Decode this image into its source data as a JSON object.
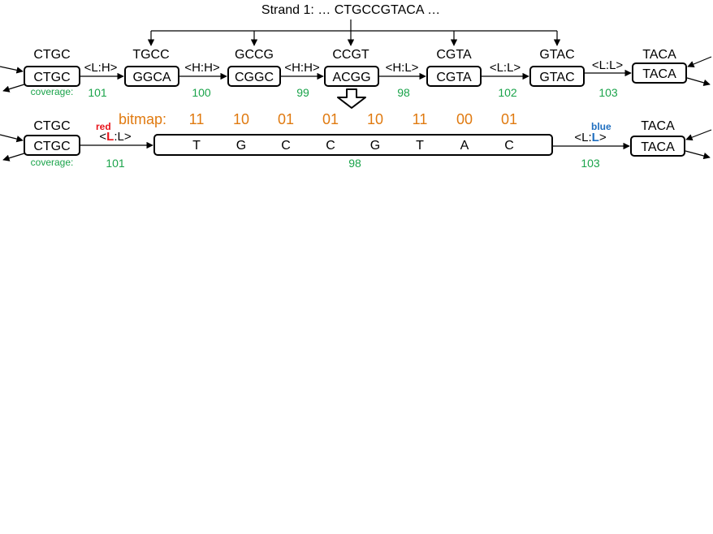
{
  "title": "Strand 1: … CTGCCGTACA …",
  "row1": {
    "nodes": [
      {
        "label": "CTGC",
        "box": "CTGC"
      },
      {
        "label": "TGCC",
        "box": "GGCA"
      },
      {
        "label": "GCCG",
        "box": "CGGC"
      },
      {
        "label": "CCGT",
        "box": "ACGG"
      },
      {
        "label": "CGTA",
        "box": "CGTA"
      },
      {
        "label": "GTAC",
        "box": "GTAC"
      },
      {
        "label": "TACA",
        "box": "TACA"
      }
    ],
    "edges": [
      "<L:H>",
      "<H:H>",
      "<H:H>",
      "<H:L>",
      "<L:L>",
      "<L:L>"
    ],
    "coverage_label": "coverage:",
    "coverage": [
      "101",
      "100",
      "99",
      "98",
      "102",
      "103"
    ]
  },
  "bitmap": {
    "label": "bitmap:",
    "values": [
      "11",
      "10",
      "01",
      "01",
      "10",
      "11",
      "00",
      "01"
    ]
  },
  "row2": {
    "left": {
      "label": "CTGC",
      "box": "CTGC"
    },
    "right": {
      "label": "TACA",
      "box": "TACA"
    },
    "sequence": [
      "T",
      "G",
      "C",
      "C",
      "G",
      "T",
      "A",
      "C"
    ],
    "edge_left": {
      "tag": "red",
      "prefix": "<",
      "hl": "L",
      "suffix": ":L>"
    },
    "edge_right": {
      "tag": "blue",
      "prefix": "<L:",
      "hl": "L",
      "suffix": ">"
    },
    "coverage_label": "coverage:",
    "coverage": [
      "101",
      "98",
      "103"
    ]
  },
  "colors": {
    "coverage": "#1aa34a",
    "bitmap": "#e07a10",
    "red": "#e8131a",
    "blue": "#1f6fc0"
  }
}
